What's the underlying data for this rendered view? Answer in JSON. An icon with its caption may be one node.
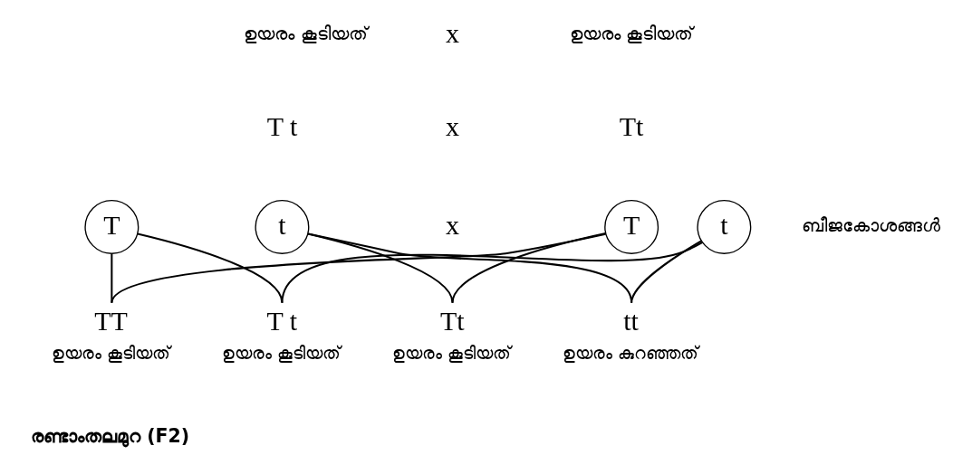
{
  "diagram": {
    "nodes": [
      {
        "text": [
          "T"
        ]
      },
      {
        "text": [
          "t"
        ]
      },
      {
        "text": [
          "T"
        ]
      },
      {
        "text": [
          "t"
        ]
      },
      {
        "text": [
          "TT"
        ],
        "beside": [
          "ഉയരം കൂടിയത്"
        ]
      },
      {
        "text": [
          "T t"
        ],
        "beside": [
          "ഉയരം കൂടിയത്"
        ]
      },
      {
        "text": [
          "Tt"
        ],
        "beside": [
          "ഉയരം കൂടിയത്"
        ]
      },
      {
        "text": [
          "tt"
        ],
        "beside": [
          "ഉയരം കുറഞ്ഞത്"
        ]
      }
    ],
    "edges": [
      {
        "from": 0,
        "to": 4,
        "arrow": "none"
      },
      {
        "from": 0,
        "to": 5,
        "arrow": "none"
      },
      {
        "from": 1,
        "to": 6,
        "arrow": "none"
      },
      {
        "from": 1,
        "to": 7,
        "arrow": "none"
      },
      {
        "from": 2,
        "to": 4,
        "arrow": "none"
      },
      {
        "from": 2,
        "to": 6,
        "arrow": "none"
      },
      {
        "from": 3,
        "to": 5,
        "arrow": "none"
      },
      {
        "from": 3,
        "to": 7,
        "arrow": "none"
      }
    ],
    "labels": [
      "ഉയരം കൂടിയത്",
      "x",
      "ഉയരം കൂടിയത്",
      "T t",
      "Tt",
      "x",
      "x",
      "ബീജകോശങ്ങൾ",
      "രണ്ടാംതലമുറ (F2)"
    ]
  }
}
